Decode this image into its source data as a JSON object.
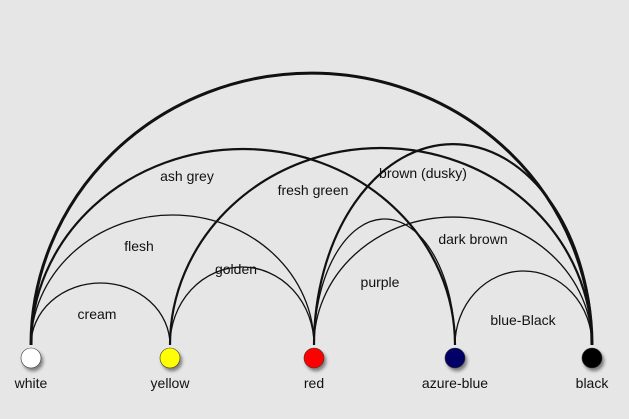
{
  "colors": {
    "background": "#e6e6e6",
    "line": "#111111",
    "white": "#ffffff",
    "yellow": "#ffff00",
    "red": "#ff0000",
    "azure-blue": "#000066",
    "black": "#000000"
  },
  "nodes": [
    {
      "id": "white",
      "label": "white",
      "color": "#ffffff"
    },
    {
      "id": "yellow",
      "label": "yellow",
      "color": "#ffff00"
    },
    {
      "id": "red",
      "label": "red",
      "color": "#ff0000"
    },
    {
      "id": "azure-blue",
      "label": "azure-blue",
      "color": "#000066"
    },
    {
      "id": "black",
      "label": "black",
      "color": "#000000"
    }
  ],
  "arcs": [
    {
      "from": "white",
      "to": "yellow",
      "label": "cream"
    },
    {
      "from": "white",
      "to": "red",
      "label": "flesh"
    },
    {
      "from": "white",
      "to": "azure-blue",
      "label": "ash grey"
    },
    {
      "from": "white",
      "to": "black",
      "label": ""
    },
    {
      "from": "yellow",
      "to": "red",
      "label": "golden"
    },
    {
      "from": "yellow",
      "to": "black",
      "label": "fresh green"
    },
    {
      "from": "red",
      "to": "black",
      "label": "brown (dusky)"
    },
    {
      "from": "red",
      "to": "black",
      "label": "dark brown"
    },
    {
      "from": "red",
      "to": "azure-blue",
      "label": "purple"
    },
    {
      "from": "azure-blue",
      "to": "black",
      "label": "blue-Black"
    }
  ]
}
